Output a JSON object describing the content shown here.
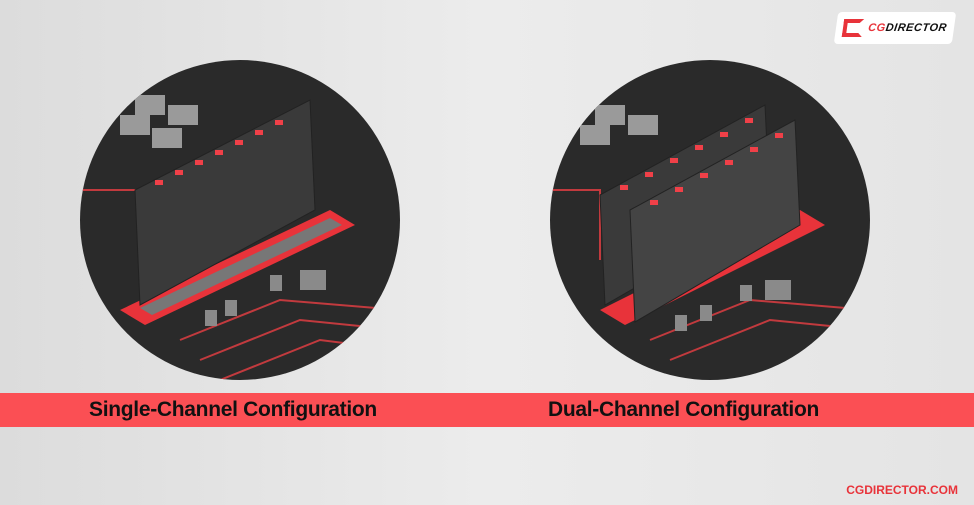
{
  "logo": {
    "text": "CGDIRECTOR",
    "accent": "CG",
    "rest": "DIRECTOR"
  },
  "panels": [
    {
      "label": "Single-Channel Configuration",
      "modules": 1
    },
    {
      "label": "Dual-Channel Configuration",
      "modules": 2
    }
  ],
  "footer": "CGDIRECTOR.COM",
  "colors": {
    "accent": "#fb4f54",
    "board": "#2b2b2b",
    "module": "#3a3a3a"
  }
}
